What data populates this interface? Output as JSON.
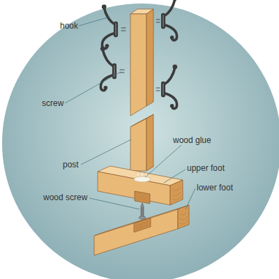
{
  "diagram": {
    "labels": [
      "hook",
      "screw",
      "wood glue",
      "post",
      "upper foot",
      "lower foot",
      "wood screw"
    ]
  }
}
